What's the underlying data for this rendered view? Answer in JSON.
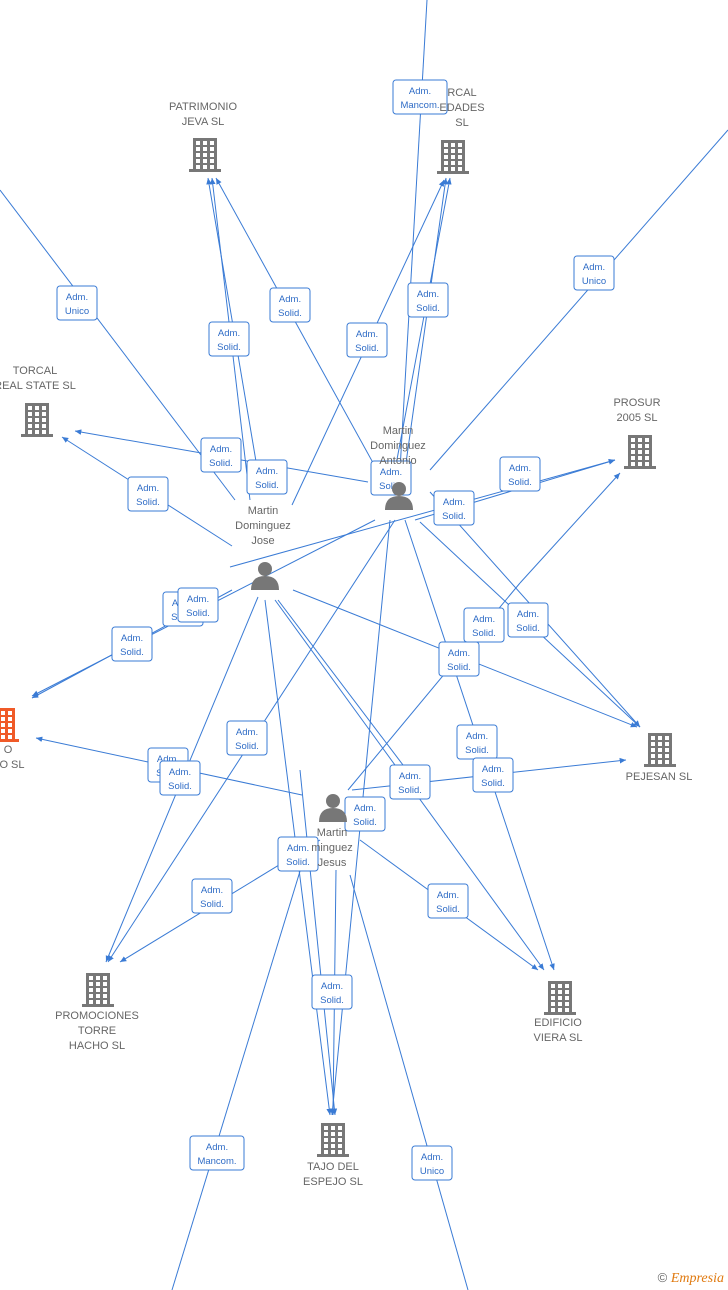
{
  "nodes": {
    "patrimonio": {
      "label": [
        "PATRIMONIO",
        "JEVA SL"
      ],
      "type": "company",
      "icon": "building-icon"
    },
    "torcal_sociedades": {
      "label": [
        "RCAL",
        "EDADES",
        "SL"
      ],
      "type": "company",
      "icon": "building-icon"
    },
    "torcal_real": {
      "label": [
        "TORCAL",
        "REAL STATE SL"
      ],
      "type": "company",
      "icon": "building-icon"
    },
    "prosur": {
      "label": [
        "PROSUR",
        "2005 SL"
      ],
      "type": "company",
      "icon": "building-icon"
    },
    "left_orange": {
      "label": [
        "O",
        "DO SL"
      ],
      "type": "company-highlight",
      "icon": "building-icon"
    },
    "pejesan": {
      "label": [
        "PEJESAN SL"
      ],
      "type": "company",
      "icon": "building-icon"
    },
    "promociones": {
      "label": [
        "PROMOCIONES",
        "TORRE",
        "HACHO SL"
      ],
      "type": "company",
      "icon": "building-icon"
    },
    "edificio": {
      "label": [
        "EDIFICIO",
        "VIERA SL"
      ],
      "type": "company",
      "icon": "building-icon"
    },
    "tajo": {
      "label": [
        "TAJO DEL",
        "ESPEJO SL"
      ],
      "type": "company",
      "icon": "building-icon"
    },
    "p_antonio": {
      "label": [
        "Martin",
        "Dominguez",
        "Antonio"
      ],
      "type": "person",
      "icon": "person-icon"
    },
    "p_jose": {
      "label": [
        "Martin",
        "Dominguez",
        "Jose"
      ],
      "type": "person",
      "icon": "person-icon"
    },
    "p_jesus": {
      "label": [
        "Martin",
        "minguez",
        "Jesus"
      ],
      "type": "person",
      "icon": "person-icon"
    }
  },
  "edge_labels": {
    "adm_mancom": [
      "Adm.",
      "Mancom."
    ],
    "adm_unico": [
      "Adm.",
      "Unico"
    ],
    "adm_solid": [
      "Adm.",
      "Solid."
    ]
  },
  "footer": {
    "copyright": "©",
    "brand": "Empresia"
  },
  "colors": {
    "edge": "#3a7bd5",
    "node": "#777777",
    "highlight": "#f05a28"
  }
}
